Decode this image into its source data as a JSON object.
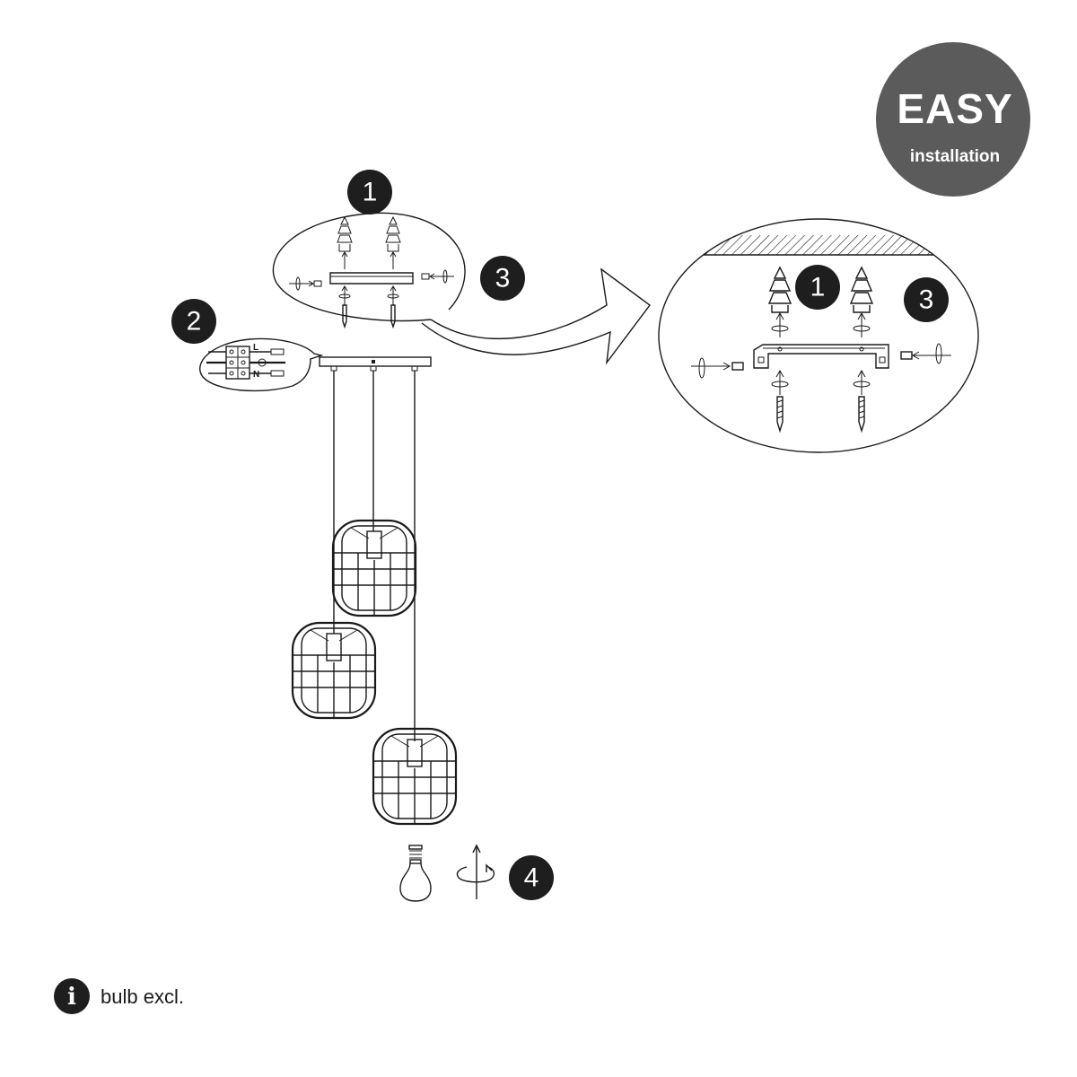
{
  "badge": {
    "title": "EASY",
    "subtitle": "installation",
    "color": "#5b5b5b"
  },
  "steps": {
    "step1": "1",
    "step2": "2",
    "step3": "3",
    "step4": "4",
    "step1_detail": "1",
    "step3_detail": "3"
  },
  "wiring": {
    "live": "L",
    "neutral": "N"
  },
  "note": {
    "icon": "info-icon",
    "text": "bulb excl."
  },
  "colors": {
    "line": "#1a1a1a",
    "badge_dark": "#1e1e1e",
    "easy_badge": "#5b5b5b"
  }
}
